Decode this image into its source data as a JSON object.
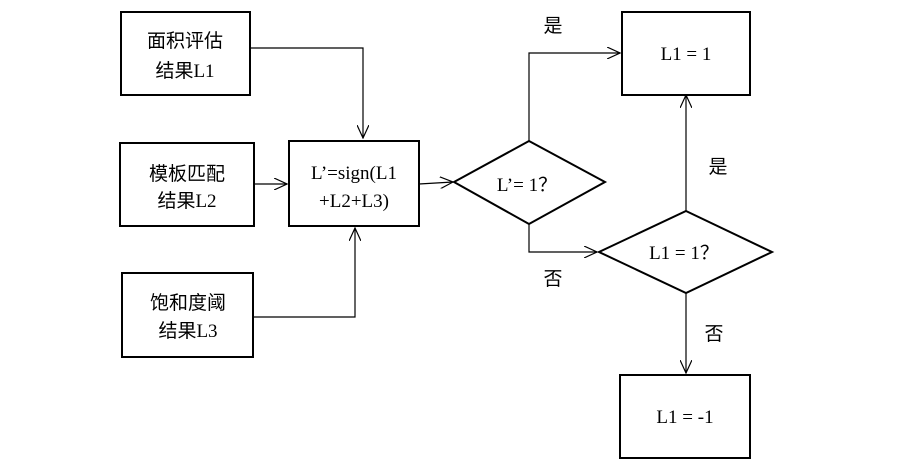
{
  "nodes": {
    "area_result": {
      "line1": "面积评估",
      "line2": "结果L1"
    },
    "template_result": {
      "line1": "模板匹配",
      "line2": "结果L2"
    },
    "saturation_result": {
      "line1": "饱和度阈",
      "line2": "结果L3"
    },
    "sign_combine": {
      "line1": "L’=sign(L1",
      "line2": "+L2+L3)"
    },
    "decision_lprime": {
      "text": "L’= 1？"
    },
    "decision_l1": {
      "text": "L1 = 1？"
    },
    "output_pos": {
      "text": "L1 = 1"
    },
    "output_neg": {
      "text": "L1 = -1"
    }
  },
  "edge_labels": {
    "lprime_yes": "是",
    "lprime_no": "否",
    "l1_yes": "是",
    "l1_no": "否"
  },
  "colors": {
    "stroke": "#000000",
    "fill": "#ffffff"
  }
}
